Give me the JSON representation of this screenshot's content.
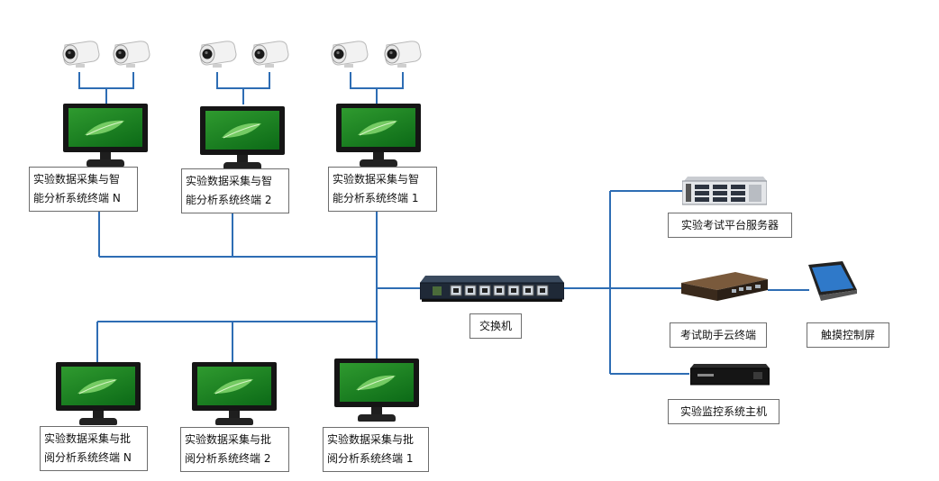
{
  "acq_terminals": [
    {
      "line1": "实验数据采集与智",
      "line2": "能分析系统终端 N"
    },
    {
      "line1": "实验数据采集与智",
      "line2": "能分析系统终端 2"
    },
    {
      "line1": "实验数据采集与智",
      "line2": "能分析系统终端 1"
    }
  ],
  "review_terminals": [
    {
      "line1": "实验数据采集与批",
      "line2": "阅分析系统终端 N"
    },
    {
      "line1": "实验数据采集与批",
      "line2": "阅分析系统终端 2"
    },
    {
      "line1": "实验数据采集与批",
      "line2": "阅分析系统终端 1"
    }
  ],
  "switch_label": "交换机",
  "server_label": "实验考试平台服务器",
  "cloud_terminal_label": "考试助手云终端",
  "touch_screen_label": "触摸控制屏",
  "monitor_host_label": "实验监控系统主机",
  "line_color": "#2e6db4"
}
